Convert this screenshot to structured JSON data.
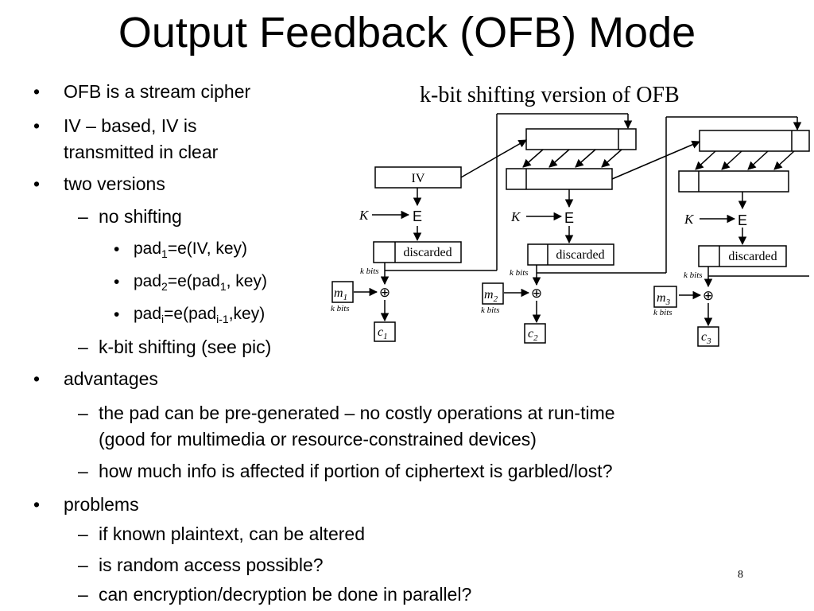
{
  "title": "Output Feedback (OFB) Mode",
  "bullets": {
    "b1": "OFB is a stream cipher",
    "b2_line1": "IV – based, IV is",
    "b2_line2": "transmitted in clear",
    "b3": "two versions",
    "b3_1": "no shifting",
    "pad1_pre": "pad",
    "pad1_sub": "1",
    "pad1_post": "=e(IV, key)",
    "pad2_pre": "pad",
    "pad2_sub": "2",
    "pad2_mid": "=e(pad",
    "pad2_sub2": "1",
    "pad2_post": ", key)",
    "padi_pre": "pad",
    "padi_sub": "i",
    "padi_mid": "=e(pad",
    "padi_sub2": "i-1",
    "padi_post": ",key)",
    "b3_2": "k-bit shifting (see pic)",
    "b4": "advantages",
    "b4_1_line1": "the pad can be pre-generated – no costly operations at run-time",
    "b4_1_line2": "(good for multimedia or resource-constrained devices)",
    "b4_2": "how much info is affected if portion of ciphertext is garbled/lost?",
    "b5": "problems",
    "b5_1": "if known plaintext, can be altered",
    "b5_2": "is random access possible?",
    "b5_3": "can encryption/decryption be done in parallel?"
  },
  "symbols": {
    "bullet": "•",
    "dash": "–"
  },
  "diagram": {
    "title": "k-bit shifting version of OFB",
    "iv": "IV",
    "key": "K",
    "enc": "E",
    "discarded": "discarded",
    "kbits": "k bits",
    "xor": "⊕",
    "m_base": "m",
    "c_base": "c",
    "indices": [
      "1",
      "2",
      "3"
    ]
  },
  "page_number": "8"
}
